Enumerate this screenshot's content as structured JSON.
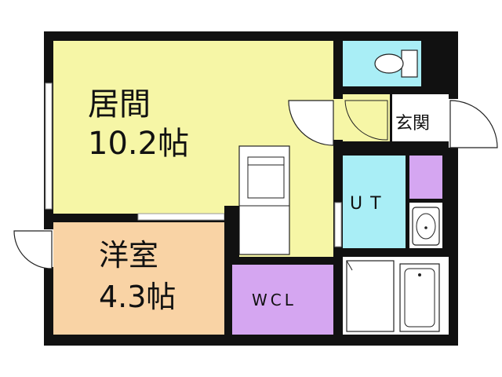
{
  "rooms": {
    "living": {
      "name": "居間",
      "size": "10.2帖"
    },
    "western": {
      "name": "洋室",
      "size": "4.3帖"
    },
    "wcl": {
      "name": "WCL"
    },
    "ut": {
      "name": "UT"
    },
    "entrance": {
      "name": "玄関"
    }
  },
  "colors": {
    "wall": "#111111",
    "living": "#f6f6a6",
    "western": "#f9d3a5",
    "wcl": "#d5a6f1",
    "water": "#a9eef6",
    "floor": "#ffffff"
  },
  "icons": [
    "toilet-icon",
    "washbasin-icon",
    "bathtub-icon",
    "kitchen-icon",
    "door-swing-icon"
  ]
}
